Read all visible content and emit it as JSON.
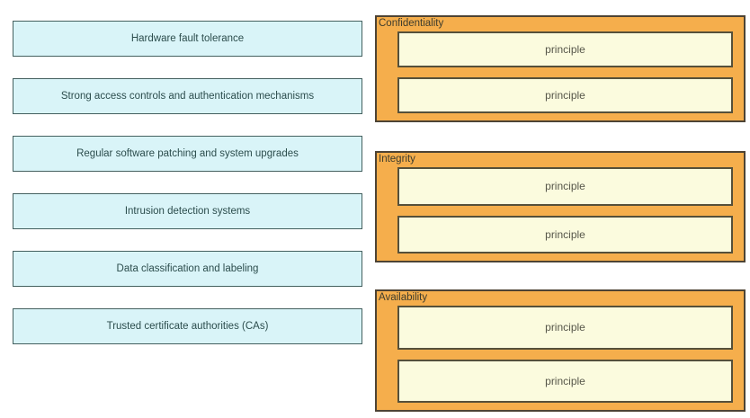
{
  "left_items": [
    {
      "label": "Hardware fault tolerance"
    },
    {
      "label": "Strong access controls and authentication mechanisms"
    },
    {
      "label": "Regular software patching and system upgrades"
    },
    {
      "label": "Intrusion detection systems"
    },
    {
      "label": "Data classification and labeling"
    },
    {
      "label": "Trusted certificate authorities (CAs)"
    }
  ],
  "categories": [
    {
      "title": "Confidentiality",
      "slots": [
        "principle",
        "principle"
      ]
    },
    {
      "title": "Integrity",
      "slots": [
        "principle",
        "principle"
      ]
    },
    {
      "title": "Availability",
      "slots": [
        "principle",
        "principle"
      ]
    }
  ],
  "colors": {
    "drag_item_fill": "#d9f4f8",
    "drag_item_border": "#44605f",
    "panel_fill": "#f5ae4c",
    "panel_border": "#4d4334",
    "slot_fill": "#fbfbde",
    "slot_border": "#55503a"
  }
}
